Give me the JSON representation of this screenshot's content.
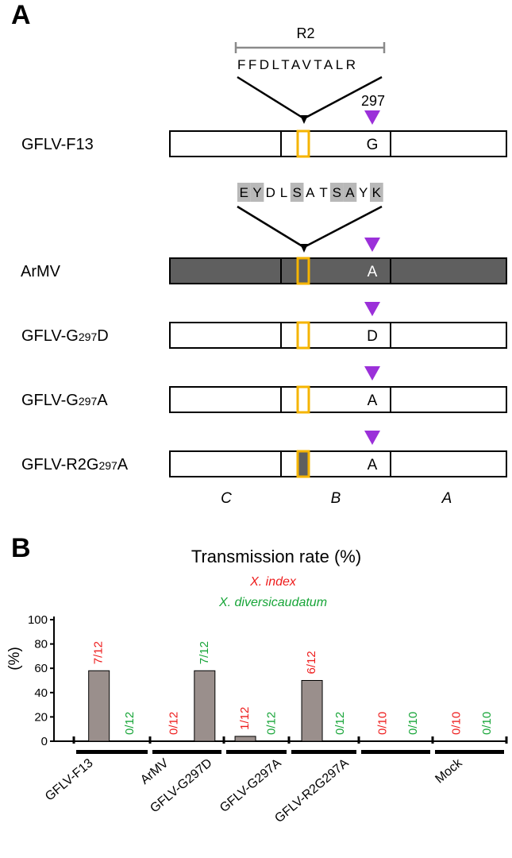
{
  "panel_a": {
    "label": "A",
    "region_name": "R2",
    "f13_sequence": "FFDLTAVTALR",
    "position_label": "297",
    "armv_sequence": [
      {
        "aa": "E",
        "highlight": true
      },
      {
        "aa": "Y",
        "highlight": true
      },
      {
        "aa": "D",
        "highlight": false
      },
      {
        "aa": "L",
        "highlight": false
      },
      {
        "aa": "S",
        "highlight": true
      },
      {
        "aa": "A",
        "highlight": false
      },
      {
        "aa": "T",
        "highlight": false
      },
      {
        "aa": "S",
        "highlight": true
      },
      {
        "aa": "A",
        "highlight": true
      },
      {
        "aa": "Y",
        "highlight": false
      },
      {
        "aa": "K",
        "highlight": true
      }
    ],
    "constructs": [
      {
        "name": "GFLV-F13",
        "prefix": "GFLV-F13",
        "sub": "",
        "suffix": "",
        "residue": "G",
        "fill": "white",
        "r2_fill": "white"
      },
      {
        "name": "ArMV",
        "prefix": "ArMV",
        "sub": "",
        "suffix": "",
        "residue": "A",
        "fill": "#5f5f5f",
        "r2_fill": "#5f5f5f"
      },
      {
        "name": "GFLV-G297D",
        "prefix": "GFLV-G",
        "sub": "297",
        "suffix": "D",
        "residue": "D",
        "fill": "white",
        "r2_fill": "white"
      },
      {
        "name": "GFLV-G297A",
        "prefix": "GFLV-G",
        "sub": "297",
        "suffix": "A",
        "residue": "A",
        "fill": "white",
        "r2_fill": "white"
      },
      {
        "name": "GFLV-R2G297A",
        "prefix": "GFLV-R2G",
        "sub": "297",
        "suffix": "A",
        "residue": "A",
        "fill": "white",
        "r2_fill": "#5f5f5f"
      }
    ],
    "regions": [
      "C",
      "B",
      "A"
    ],
    "colors": {
      "r2_box": "#f5b400",
      "arrow": "#9b30d9",
      "dark_fill": "#5f5f5f",
      "seq_highlight": "#b8b8b8"
    }
  },
  "panel_b": {
    "label": "B",
    "legend": {
      "x_index": "X. index",
      "x_diversicaudatum": "X. diversicaudatum"
    },
    "colors": {
      "x_index": "#ee1c1c",
      "x_diversicaudatum": "#17a538",
      "bar": "#9a8f8c"
    }
  },
  "chart_data": {
    "type": "bar",
    "title": "Transmission rate (%)",
    "ylabel": "(%)",
    "ylim": [
      0,
      100
    ],
    "yticks": [
      0,
      20,
      40,
      60,
      80,
      100
    ],
    "categories": [
      "GFLV-F13",
      "ArMV",
      "GFLV-G297D",
      "GFLV-G297A",
      "GFLV-R2G297A",
      "Mock"
    ],
    "series": [
      {
        "name": "X. index",
        "values": [
          58,
          0,
          4,
          50,
          0,
          0
        ],
        "labels": [
          "7/12",
          "0/12",
          "1/12",
          "6/12",
          "0/10",
          "0/10"
        ]
      },
      {
        "name": "X. diversicaudatum",
        "values": [
          0,
          58,
          0,
          0,
          0,
          0
        ],
        "labels": [
          "0/12",
          "7/12",
          "0/12",
          "0/12",
          "0/10",
          "0/10"
        ]
      }
    ]
  }
}
